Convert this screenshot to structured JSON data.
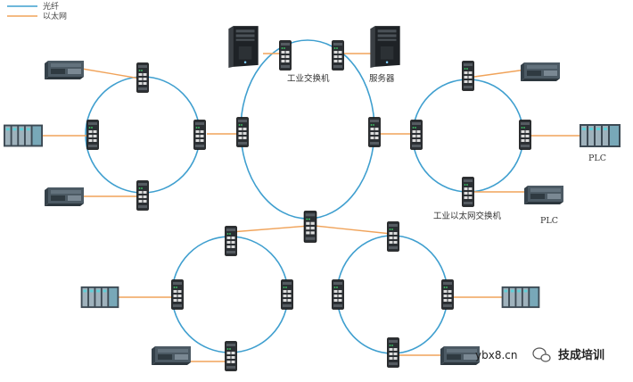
{
  "legend": {
    "fiber": "光纤",
    "ethernet": "以太网"
  },
  "labels": {
    "core_switch": "工业交换机",
    "server": "服务器",
    "plc_1": "PLC",
    "plc_2": "PLC",
    "ring_switch": "工业以太网交换机"
  },
  "watermark": {
    "site": "ybx8.cn",
    "brand": "技成培训"
  },
  "colors": {
    "fiber": "#3f9fcf",
    "ethernet": "#f0a35a"
  },
  "icons": {
    "switch": "industrial-switch-icon",
    "server": "server-tower-icon",
    "plc_compact": "compact-plc-icon",
    "plc_rack": "rack-plc-icon"
  }
}
